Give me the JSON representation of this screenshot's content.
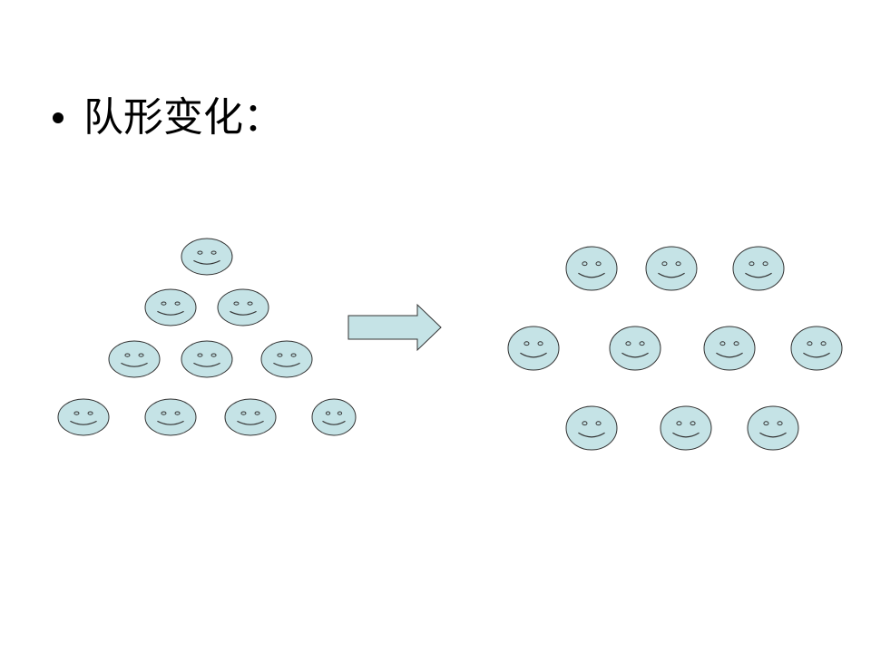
{
  "slide": {
    "bullet_text": "队形变化："
  },
  "colors": {
    "face_fill": "#c5e3e6",
    "face_stroke": "#333333",
    "arrow_fill": "#c5e3e6",
    "arrow_stroke": "#333333"
  },
  "formation_before": {
    "rows": [
      1,
      2,
      3,
      4
    ]
  },
  "formation_after": {
    "rows": [
      3,
      4,
      3
    ]
  },
  "icons": {
    "face": "smiley-face-icon",
    "arrow": "right-arrow-icon"
  }
}
